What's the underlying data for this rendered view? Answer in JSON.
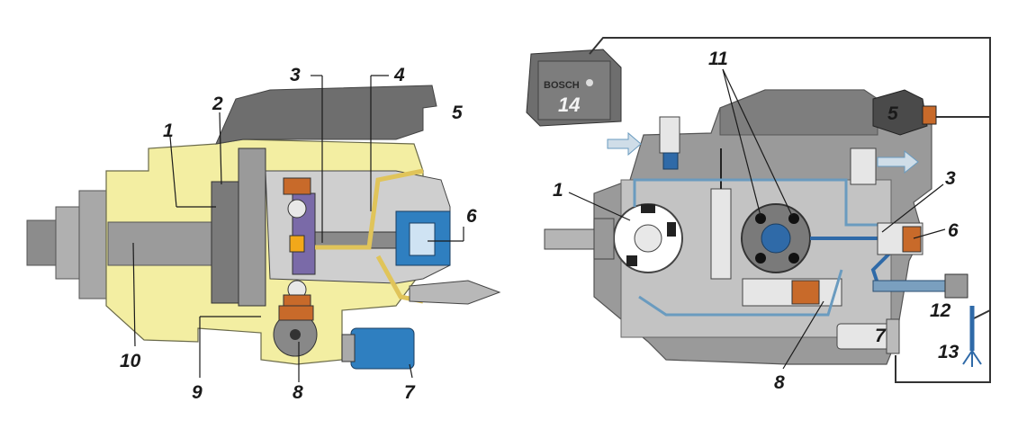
{
  "left_diagram": {
    "labels": {
      "l1": "1",
      "l2": "2",
      "l3": "3",
      "l4": "4",
      "l5": "5",
      "l6": "6",
      "l7": "7",
      "l8": "8",
      "l9": "9",
      "l10": "10"
    }
  },
  "right_diagram": {
    "ecu": {
      "brand": "BOSCH",
      "number": "14"
    },
    "labels": {
      "r1": "1",
      "r3": "3",
      "r5": "5",
      "r6": "6",
      "r7": "7",
      "r8": "8",
      "r11": "11",
      "r12": "12",
      "r13": "13"
    }
  },
  "colors": {
    "housing_yellow": "#f3eea2",
    "dark_gray": "#6e6e6e",
    "mid_gray": "#9a9a9a",
    "light_gray": "#c8c8c8",
    "fuel_blue": "#6a9bbf",
    "valve_blue": "#2f7fc0",
    "orange": "#c86a2a",
    "purple": "#7a6aa8"
  }
}
